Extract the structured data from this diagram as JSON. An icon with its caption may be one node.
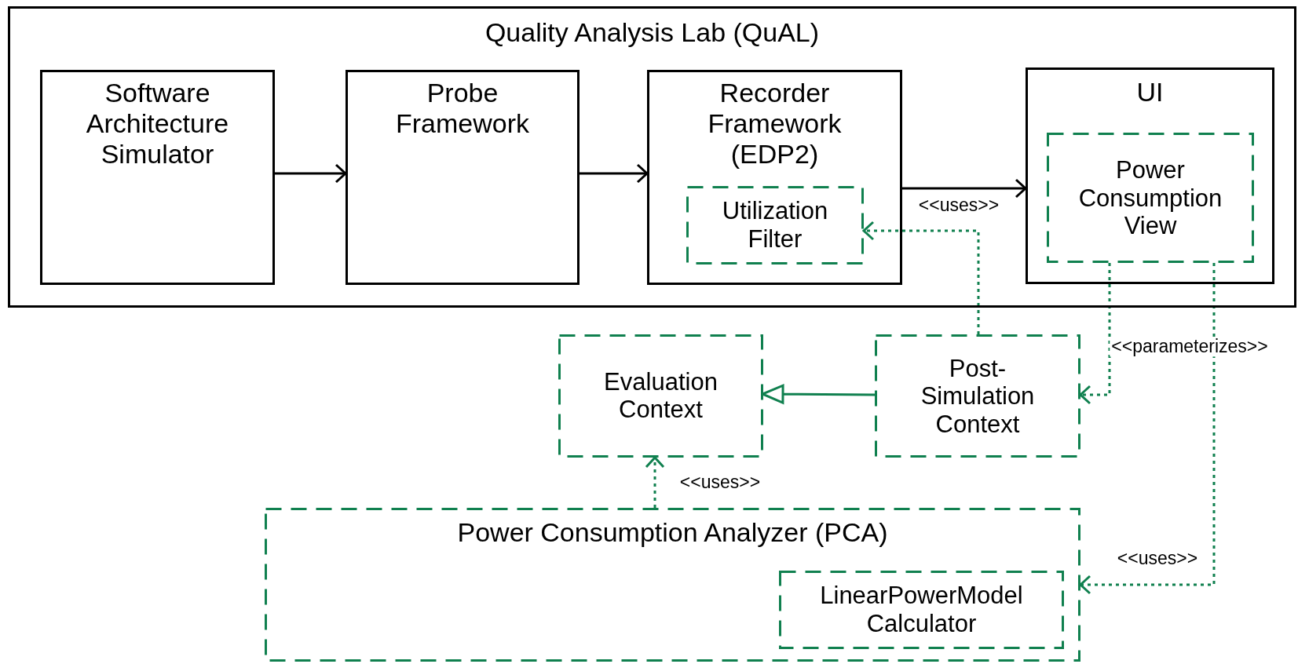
{
  "diagram": {
    "nodes": [
      {
        "text": [
          "Quality Analysis Lab (QuAL)"
        ]
      },
      {
        "text": [
          "Software Architecture Simulator"
        ],
        "in": 0
      },
      {
        "text": [
          "Probe Framework"
        ],
        "in": 0
      },
      {
        "text": [
          "Recorder Framework (EDP2)"
        ],
        "in": 0
      },
      {
        "text": [
          "Utilization Filter"
        ],
        "in": 3
      },
      {
        "text": [
          "UI"
        ],
        "in": 0
      },
      {
        "text": [
          "Power Consumption View"
        ],
        "in": 5
      },
      {
        "text": [
          "Evaluation Context"
        ]
      },
      {
        "text": [
          "Post-Simulation Context"
        ]
      },
      {
        "text": [
          "Power Consumption Analyzer (PCA)"
        ]
      },
      {
        "text": [
          "LinearPowerModel Calculator"
        ],
        "in": 9
      }
    ],
    "edges": [
      {
        "from": 1,
        "to": 2,
        "arrow": "to",
        "color": "#000000"
      },
      {
        "from": 2,
        "to": 3,
        "arrow": "to",
        "color": "#000000"
      },
      {
        "from": 3,
        "to": 5,
        "arrow": "to",
        "label": "<<uses>>",
        "color": "#000000"
      },
      {
        "from": 8,
        "to": 4,
        "arrow": "to",
        "style": "dashed"
      },
      {
        "from": 6,
        "to": 8,
        "arrow": "to",
        "label": "<<parameterizes>>",
        "style": "dashed"
      },
      {
        "from": 8,
        "to": 7,
        "arrow": "to"
      },
      {
        "from": 9,
        "to": 7,
        "arrow": "to",
        "label": "<<uses>>",
        "style": "dashed"
      },
      {
        "from": 6,
        "to": 9,
        "arrow": "to",
        "label": "<<uses>>",
        "style": "dashed"
      }
    ]
  }
}
